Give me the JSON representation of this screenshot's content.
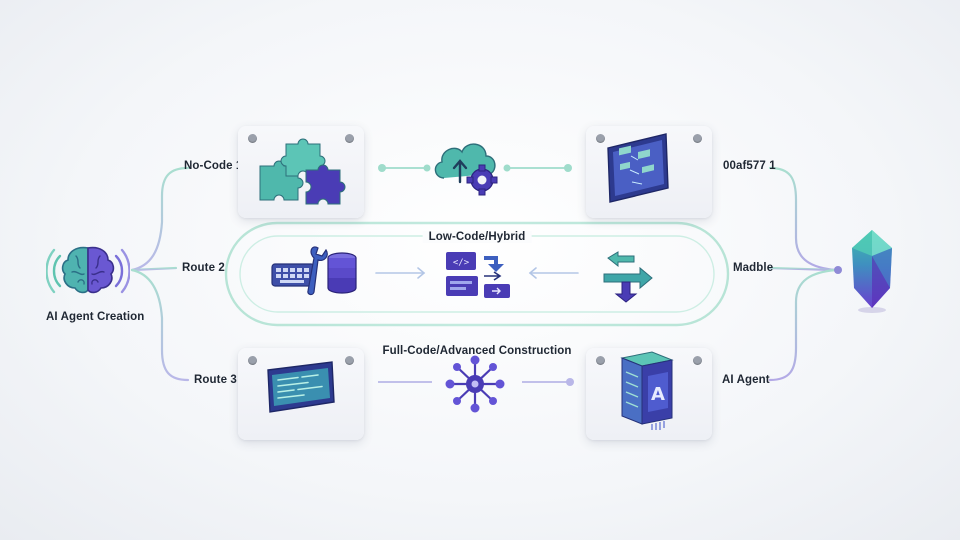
{
  "start_node": {
    "label": "AI Agent Creation",
    "icon": "brain-icon"
  },
  "end_node": {
    "icon": "crystal-icon"
  },
  "routes": [
    {
      "left_label": "No-Code 1",
      "right_label": "00af577 1",
      "title": ""
    },
    {
      "left_label": "Route 2",
      "right_label": "Madble",
      "title": "Low-Code/Hybrid"
    },
    {
      "left_label": "Route 3",
      "right_label": "AI Agent",
      "title": "Full-Code/Advanced Construction"
    }
  ],
  "icons": {
    "route1": [
      "puzzle-pieces-icon",
      "cloud-gear-icon",
      "workflow-screen-icon"
    ],
    "route2": [
      "keyboard-wrench-database-icon",
      "code-flow-icon",
      "branch-arrows-icon"
    ],
    "route3": [
      "terminal-window-icon",
      "network-hub-icon",
      "ai-server-icon"
    ]
  },
  "colors": {
    "teal": "#45b8a6",
    "purple": "#6b4fd6",
    "navy": "#2c3a8c",
    "connector_teal": "#9fdccb",
    "connector_purple": "#b4b2e6"
  }
}
